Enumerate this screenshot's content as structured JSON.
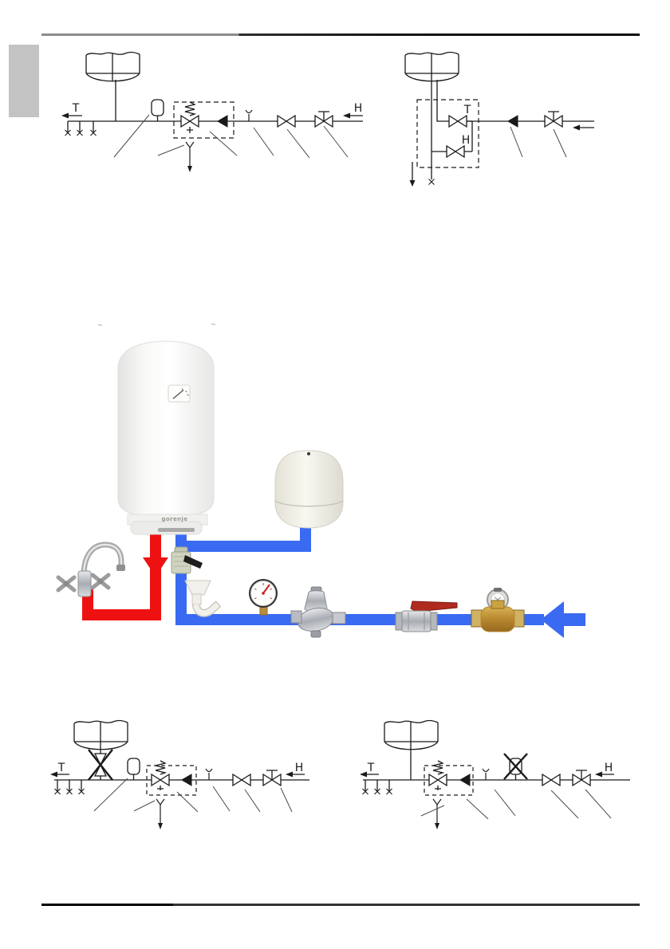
{
  "page": {
    "background": "#ffffff",
    "margin_marker_color": "#c3c3c3",
    "rule_color": "#1a1a1a"
  },
  "colors": {
    "hot_pipe": "#ee1111",
    "cold_pipe": "#3a6af2",
    "diagram_line": "#1a1a1a",
    "ball_valve_lever": "#b02a20",
    "gauge_needle": "#cc2020",
    "water_meter_brass": "#b8872e",
    "safety_valve_body": "#cfd3c0"
  },
  "diagram_top_left": {
    "t_label": "T",
    "h_label": "H"
  },
  "diagram_top_right": {
    "t_label": "T",
    "h_label": "H"
  },
  "diagram_bottom_left": {
    "t_label": "T",
    "h_label": "H"
  },
  "diagram_bottom_right": {
    "t_label": "T",
    "h_label": "H"
  },
  "illustration": {
    "brand_label": "gorenje"
  }
}
